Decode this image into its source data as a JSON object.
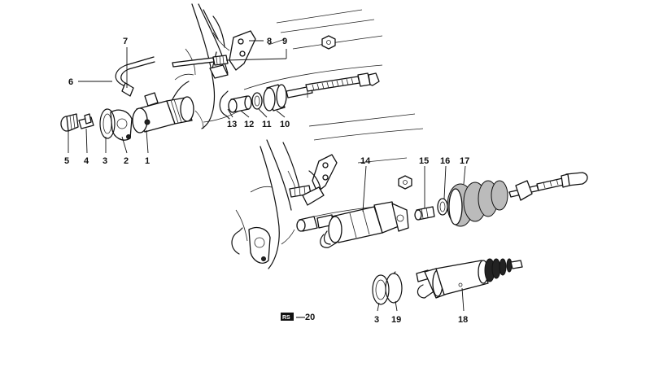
{
  "labels": {
    "upper": [
      {
        "id": "5",
        "text": "5"
      },
      {
        "id": "4",
        "text": "4"
      },
      {
        "id": "3",
        "text": "3"
      },
      {
        "id": "2",
        "text": "2"
      },
      {
        "id": "1",
        "text": "1"
      },
      {
        "id": "6",
        "text": "6"
      },
      {
        "id": "7",
        "text": "7"
      },
      {
        "id": "8",
        "text": "8"
      },
      {
        "id": "9",
        "text": "9"
      },
      {
        "id": "13",
        "text": "13"
      },
      {
        "id": "12",
        "text": "12"
      },
      {
        "id": "11",
        "text": "11"
      },
      {
        "id": "10",
        "text": "10"
      }
    ],
    "lower": [
      {
        "id": "14",
        "text": "14"
      },
      {
        "id": "15",
        "text": "15"
      },
      {
        "id": "16",
        "text": "16"
      },
      {
        "id": "17",
        "text": "17"
      },
      {
        "id": "3b",
        "text": "3"
      },
      {
        "id": "19",
        "text": "19"
      },
      {
        "id": "18",
        "text": "18"
      }
    ]
  },
  "footer": {
    "badge": "RS",
    "code": "—20"
  }
}
